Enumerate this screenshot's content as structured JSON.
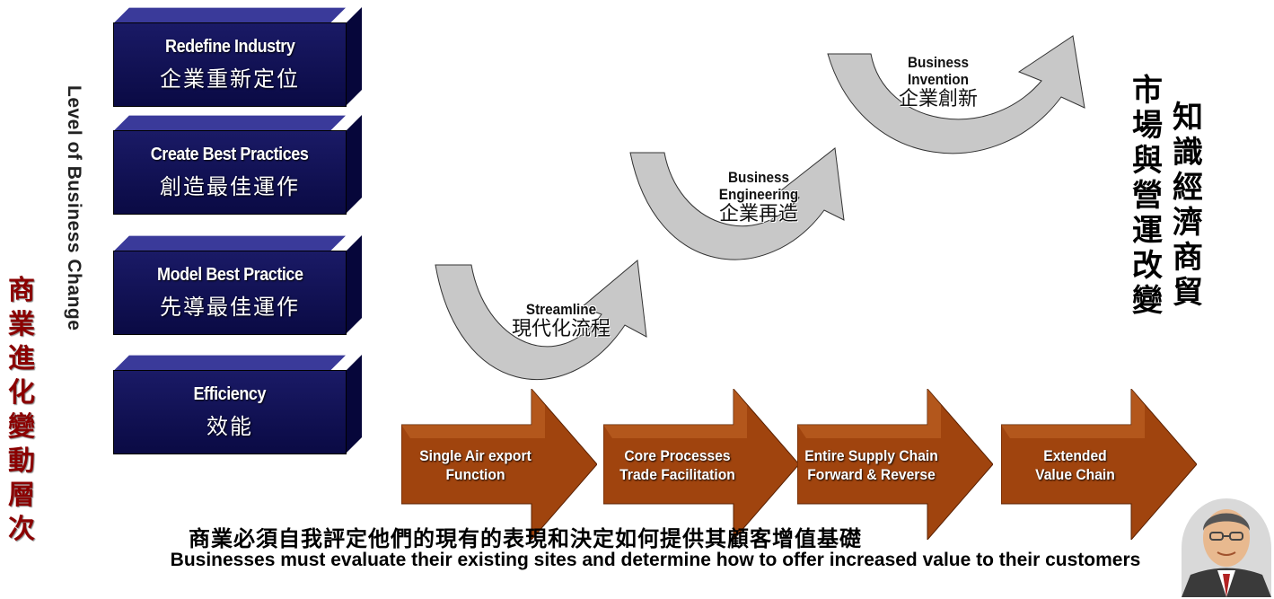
{
  "left_title_chars": [
    "商",
    "業",
    "進",
    "化",
    "變",
    "動",
    "層",
    "次"
  ],
  "axis_label": "Level of Business Change",
  "boxes": [
    {
      "en": "Redefine Industry",
      "zh": "企業重新定位"
    },
    {
      "en": "Create Best Practices",
      "zh": "創造最佳運作"
    },
    {
      "en": "Model Best Practice",
      "zh": "先導最佳運作"
    },
    {
      "en": "Efficiency",
      "zh": "效能"
    }
  ],
  "arrows": [
    {
      "line1": "Single Air export",
      "line2": "Function"
    },
    {
      "line1": "Core Processes",
      "line2": "Trade Facilitation"
    },
    {
      "line1": "Entire Supply Chain",
      "line2": "Forward & Reverse"
    },
    {
      "line1": "Extended",
      "line2": "Value Chain"
    }
  ],
  "curves": [
    {
      "en1": "Streamline",
      "en2": "",
      "zh": "現代化流程"
    },
    {
      "en1": "Business",
      "en2": "Engineering",
      "zh": "企業再造"
    },
    {
      "en1": "Business",
      "en2": "Invention",
      "zh": "企業創新"
    }
  ],
  "right_columns": {
    "left_col": [
      "市",
      "場",
      "與",
      "營",
      "運",
      "改",
      "變"
    ],
    "right_col": [
      "知",
      "識",
      "經",
      "濟",
      "商",
      "貿"
    ]
  },
  "bottom": {
    "zh": "商業必須自我評定他們的現有的表現和決定如何提供其顧客增值基礎",
    "en": "Businesses must evaluate their existing sites and determine how to offer increased value to their customers"
  },
  "colors": {
    "box_navy": "#12125a",
    "arrow_orange": "#a0440e",
    "curve_gray": "#c8c8c8",
    "title_red": "#8b0000"
  }
}
